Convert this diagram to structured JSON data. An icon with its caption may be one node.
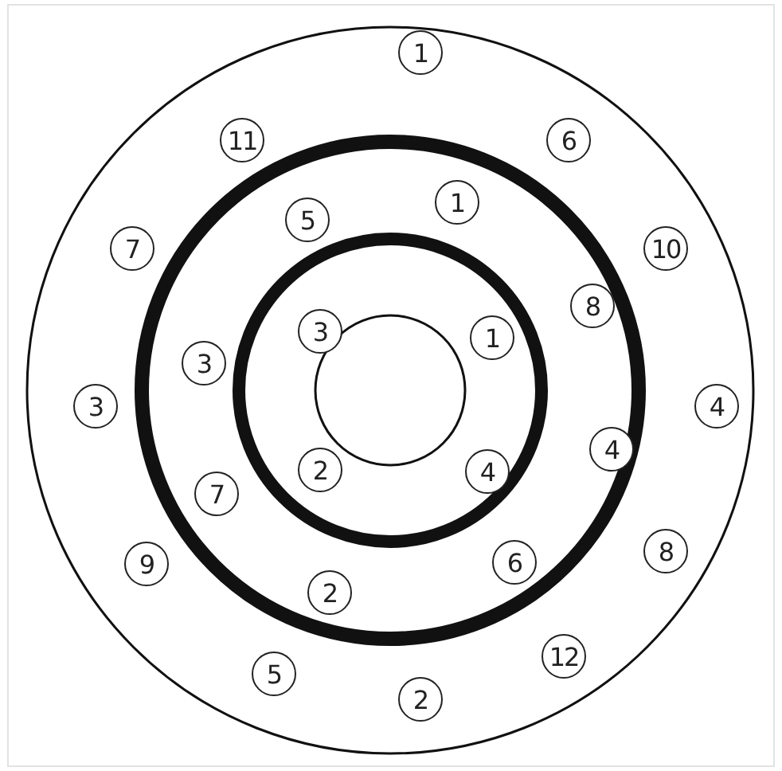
{
  "diagram": {
    "nodes": [
      {
        "text": [
          "1"
        ]
      },
      {
        "text": [
          "11"
        ]
      },
      {
        "text": [
          "6"
        ]
      },
      {
        "text": [
          "1"
        ]
      },
      {
        "text": [
          "5"
        ]
      },
      {
        "text": [
          "7"
        ]
      },
      {
        "text": [
          "10"
        ]
      },
      {
        "text": [
          "8"
        ]
      },
      {
        "text": [
          "3"
        ]
      },
      {
        "text": [
          "1"
        ]
      },
      {
        "text": [
          "3"
        ]
      },
      {
        "text": [
          "3"
        ]
      },
      {
        "text": [
          "4"
        ]
      },
      {
        "text": [
          "4"
        ]
      },
      {
        "text": [
          "2"
        ]
      },
      {
        "text": [
          "4"
        ]
      },
      {
        "text": [
          "7"
        ]
      },
      {
        "text": [
          "8"
        ]
      },
      {
        "text": [
          "9"
        ]
      },
      {
        "text": [
          "6"
        ]
      },
      {
        "text": [
          "2"
        ]
      },
      {
        "text": [
          "12"
        ]
      },
      {
        "text": [
          "5"
        ]
      },
      {
        "text": [
          "2"
        ]
      }
    ]
  }
}
